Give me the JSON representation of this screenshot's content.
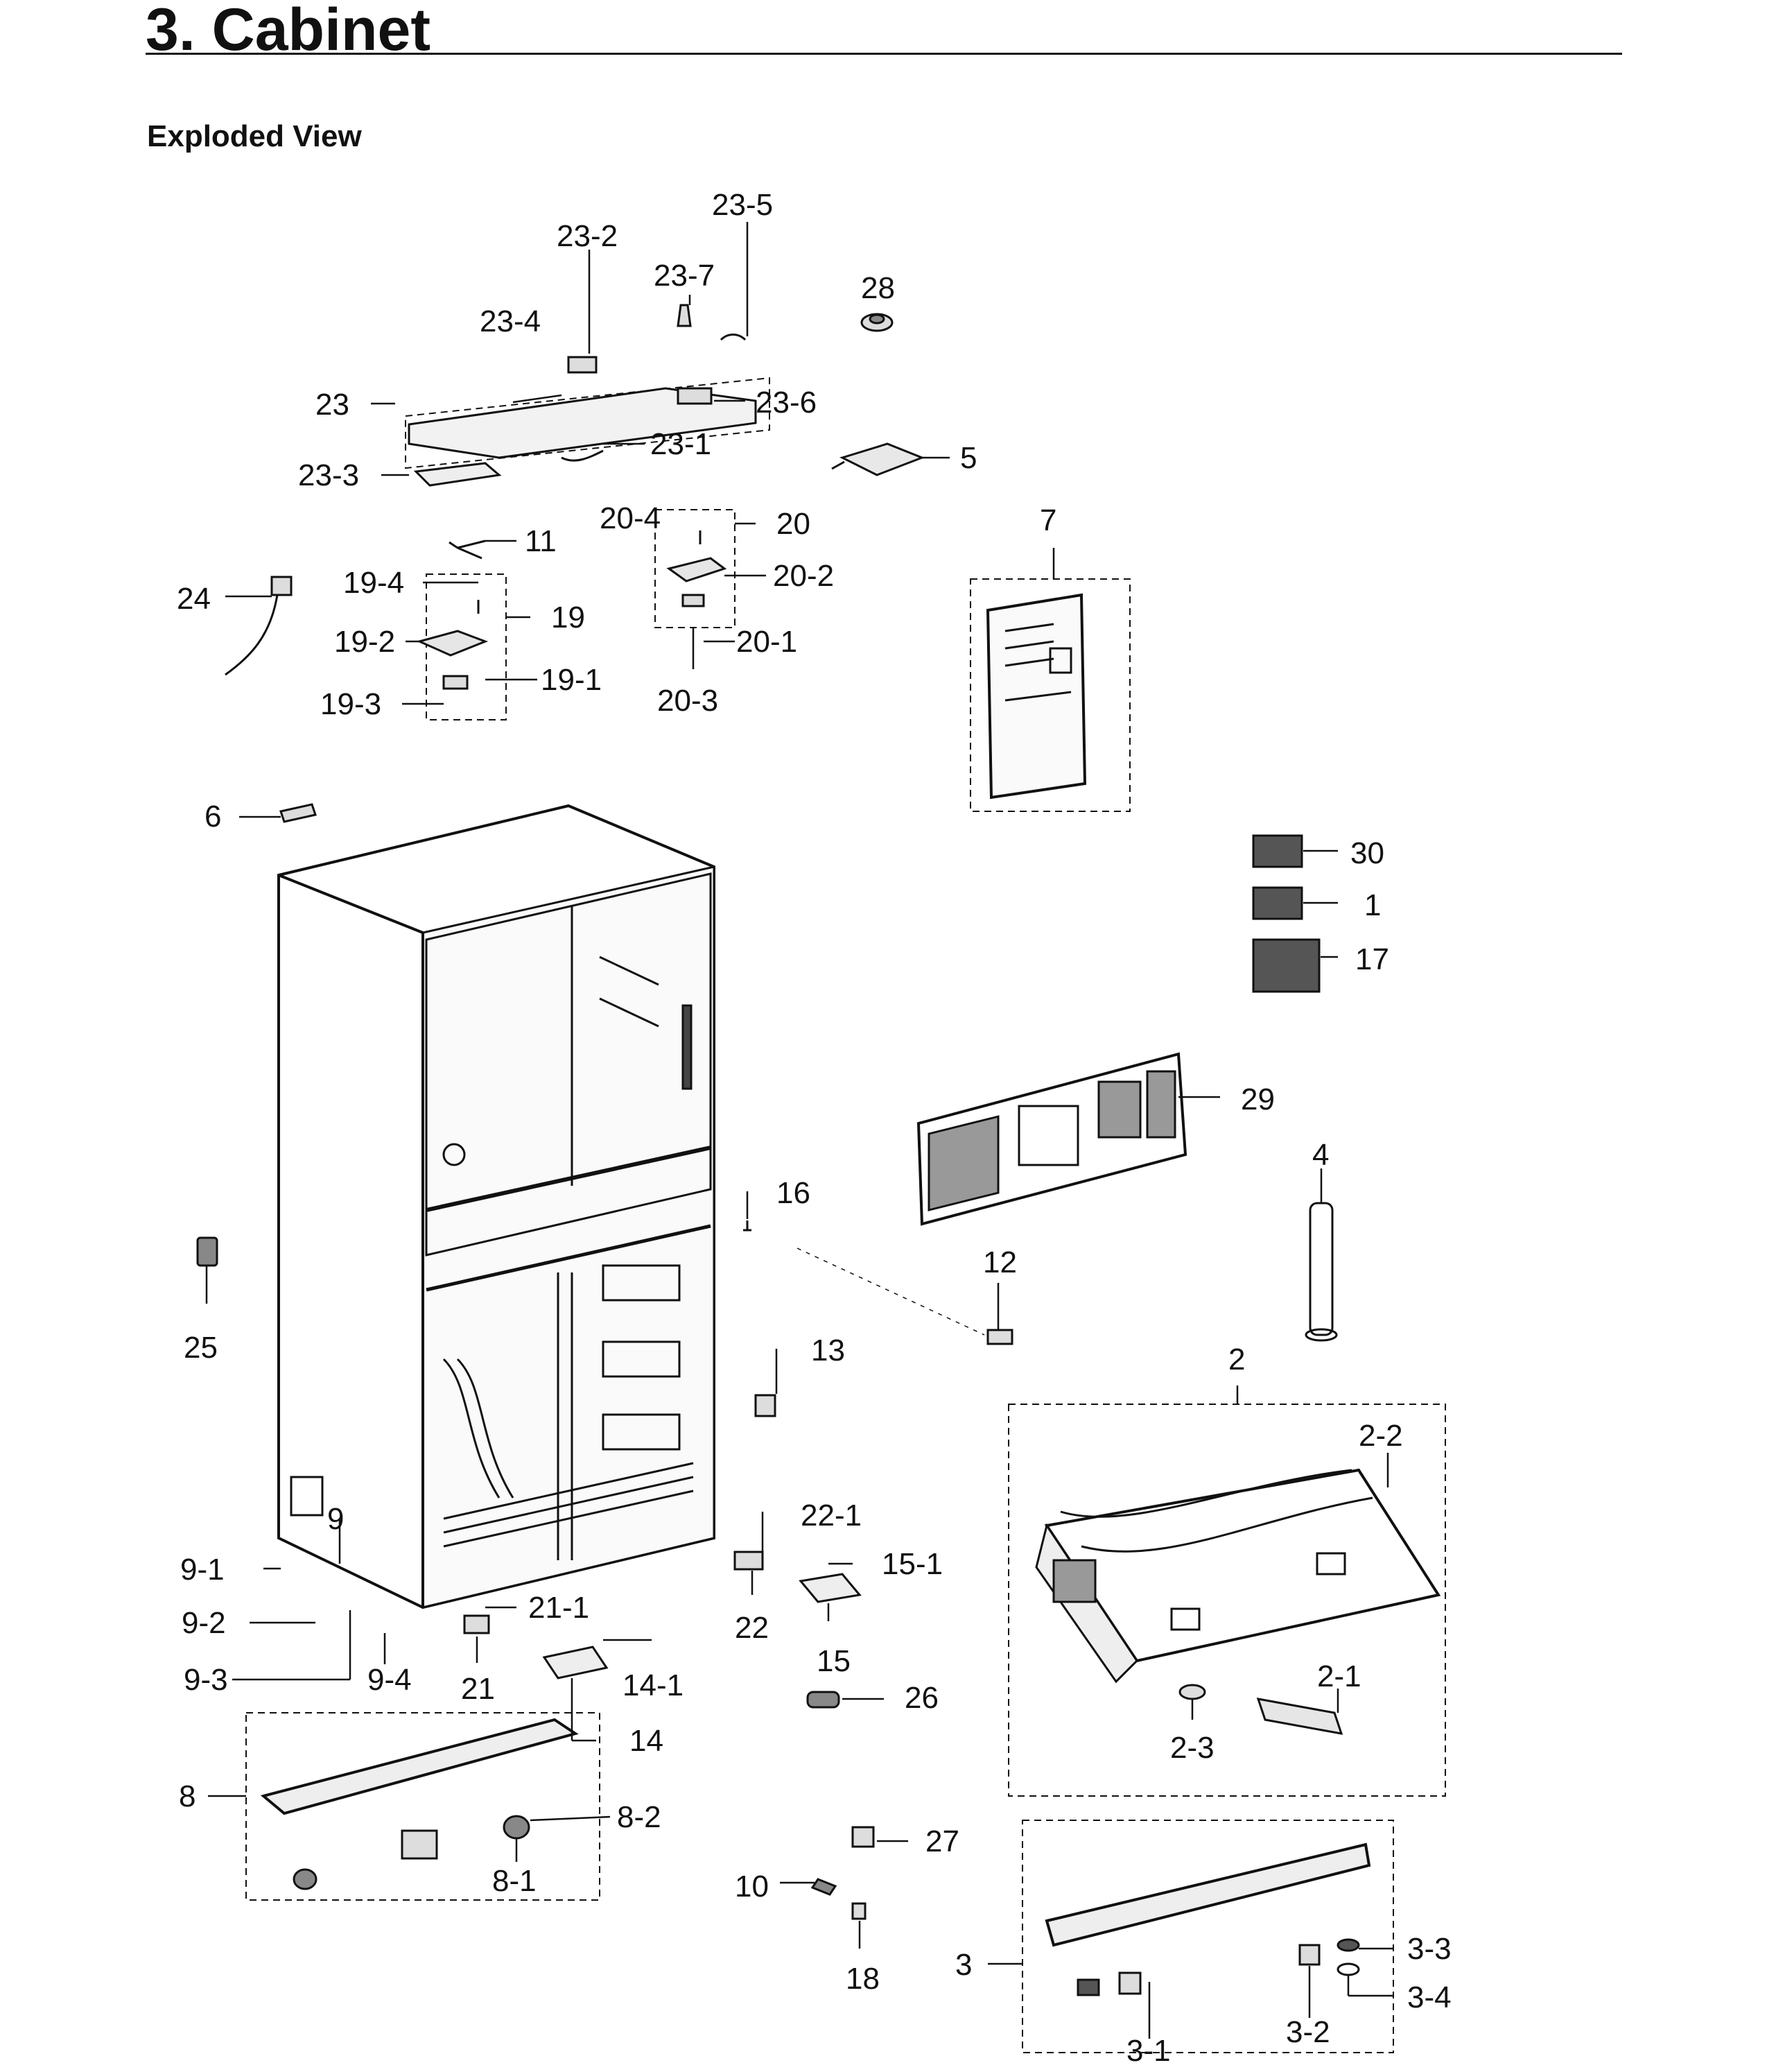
{
  "page": {
    "title": "3.  Cabinet",
    "subtitle": "Exploded View"
  },
  "callouts": [
    {
      "id": "23-5",
      "text": "23-5"
    },
    {
      "id": "23-2",
      "text": "23-2"
    },
    {
      "id": "23-7",
      "text": "23-7"
    },
    {
      "id": "28",
      "text": "28"
    },
    {
      "id": "23-4",
      "text": "23-4"
    },
    {
      "id": "23",
      "text": "23"
    },
    {
      "id": "23-6",
      "text": "23-6"
    },
    {
      "id": "23-1",
      "text": "23-1"
    },
    {
      "id": "23-3",
      "text": "23-3"
    },
    {
      "id": "5",
      "text": "5"
    },
    {
      "id": "20-4",
      "text": "20-4"
    },
    {
      "id": "20",
      "text": "20"
    },
    {
      "id": "7",
      "text": "7"
    },
    {
      "id": "11",
      "text": "11"
    },
    {
      "id": "20-2",
      "text": "20-2"
    },
    {
      "id": "19-4",
      "text": "19-4"
    },
    {
      "id": "24",
      "text": "24"
    },
    {
      "id": "19",
      "text": "19"
    },
    {
      "id": "19-2",
      "text": "19-2"
    },
    {
      "id": "20-1",
      "text": "20-1"
    },
    {
      "id": "19-1",
      "text": "19-1"
    },
    {
      "id": "19-3",
      "text": "19-3"
    },
    {
      "id": "20-3",
      "text": "20-3"
    },
    {
      "id": "6",
      "text": "6"
    },
    {
      "id": "30",
      "text": "30"
    },
    {
      "id": "1",
      "text": "1"
    },
    {
      "id": "17",
      "text": "17"
    },
    {
      "id": "29",
      "text": "29"
    },
    {
      "id": "4",
      "text": "4"
    },
    {
      "id": "16",
      "text": "16"
    },
    {
      "id": "12",
      "text": "12"
    },
    {
      "id": "25",
      "text": "25"
    },
    {
      "id": "13",
      "text": "13"
    },
    {
      "id": "2",
      "text": "2"
    },
    {
      "id": "2-2",
      "text": "2-2"
    },
    {
      "id": "22-1",
      "text": "22-1"
    },
    {
      "id": "9",
      "text": "9"
    },
    {
      "id": "9-1",
      "text": "9-1"
    },
    {
      "id": "15-1",
      "text": "15-1"
    },
    {
      "id": "21-1",
      "text": "21-1"
    },
    {
      "id": "9-2",
      "text": "9-2"
    },
    {
      "id": "22",
      "text": "22"
    },
    {
      "id": "15",
      "text": "15"
    },
    {
      "id": "9-3",
      "text": "9-3"
    },
    {
      "id": "9-4",
      "text": "9-4"
    },
    {
      "id": "21",
      "text": "21"
    },
    {
      "id": "14-1",
      "text": "14-1"
    },
    {
      "id": "26",
      "text": "26"
    },
    {
      "id": "2-1",
      "text": "2-1"
    },
    {
      "id": "14",
      "text": "14"
    },
    {
      "id": "2-3",
      "text": "2-3"
    },
    {
      "id": "8",
      "text": "8"
    },
    {
      "id": "8-2",
      "text": "8-2"
    },
    {
      "id": "27",
      "text": "27"
    },
    {
      "id": "8-1",
      "text": "8-1"
    },
    {
      "id": "10",
      "text": "10"
    },
    {
      "id": "3-3",
      "text": "3-3"
    },
    {
      "id": "3",
      "text": "3"
    },
    {
      "id": "18",
      "text": "18"
    },
    {
      "id": "3-4",
      "text": "3-4"
    },
    {
      "id": "3-1",
      "text": "3-1"
    },
    {
      "id": "3-2",
      "text": "3-2"
    }
  ]
}
